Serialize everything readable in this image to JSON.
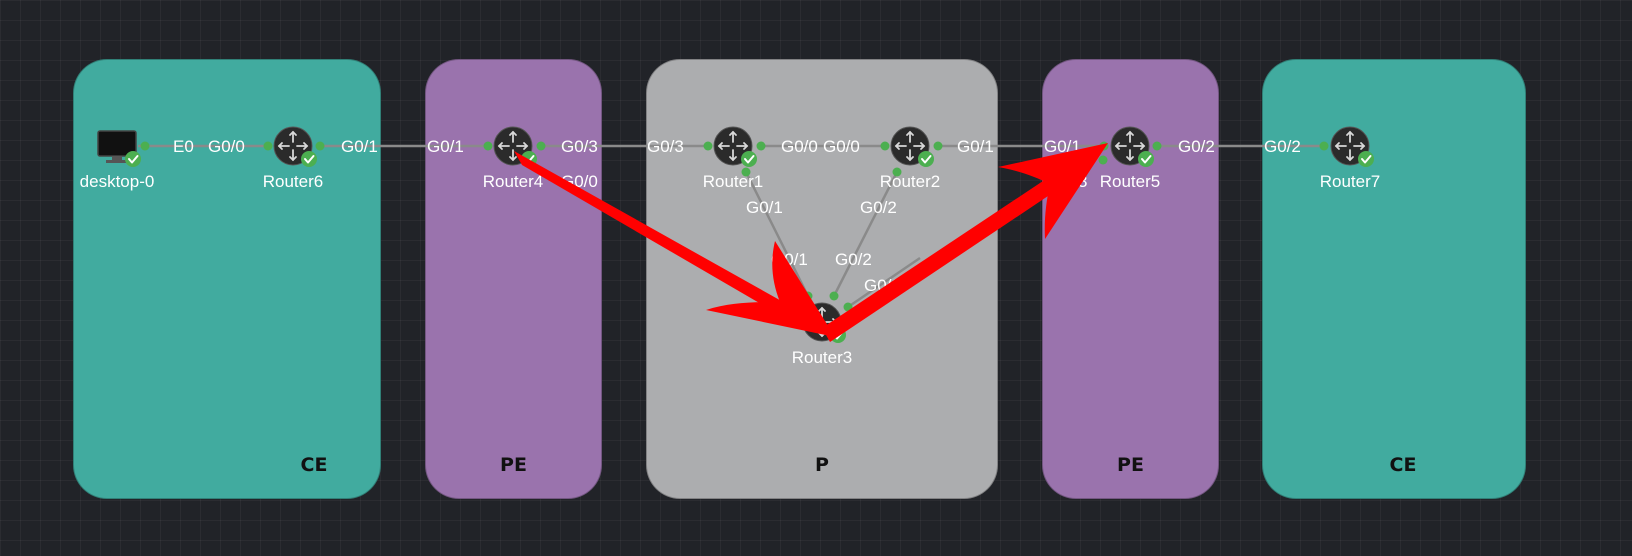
{
  "colors": {
    "ce_zone": "#41ab9f",
    "pe_zone": "#9a73ad",
    "p_zone": "#acadaf",
    "link": "#8a8a8a",
    "port_dot": "#4caf50",
    "arrow": "#ff0000",
    "router_body": "#2b2b2b"
  },
  "zones": {
    "ce_left": "CE",
    "pe_left": "PE",
    "p": "P",
    "pe_right": "PE",
    "ce_right": "CE"
  },
  "nodes": {
    "desktop0": "desktop-0",
    "router6": "Router6",
    "router4": "Router4",
    "router1": "Router1",
    "router2": "Router2",
    "router3": "Router3",
    "router5": "Router5",
    "router7": "Router7"
  },
  "ports": {
    "desktop_e0": "E0",
    "r6_g00": "G0/0",
    "r6_g01": "G0/1",
    "r4_g01": "G0/1",
    "r4_g03": "G0/3",
    "r4_g00": "G0/0",
    "r1_g03": "G0/3",
    "r1_g00": "G0/0",
    "r2_g00": "G0/0",
    "r2_g01": "G0/1",
    "r1_g01": "G0/1",
    "r2_g02": "G0/2",
    "r3_g01": "G0/1",
    "r3_g02": "G0/2",
    "r3_g03": "G0/3",
    "r5_g01": "G0/1",
    "r5_g03": "3",
    "r5_g02": "G0/2",
    "r7_g02": "G0/2"
  }
}
